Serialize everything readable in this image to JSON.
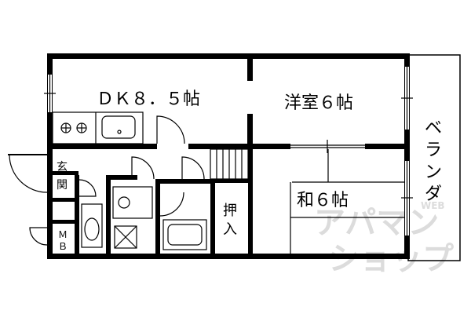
{
  "rooms": {
    "dk": "ＤＫ８．５帖",
    "western": "洋室６帖",
    "japanese": "和６帖",
    "veranda": [
      "ベ",
      "ラ",
      "ン",
      "ダ"
    ],
    "closet": [
      "押",
      "入"
    ],
    "entrance": [
      "玄",
      "関"
    ],
    "mb": [
      "Ｍ",
      "Ｂ"
    ]
  },
  "watermark": {
    "line1": "アパマン",
    "line2": "ショップ",
    "web": "WEB"
  }
}
